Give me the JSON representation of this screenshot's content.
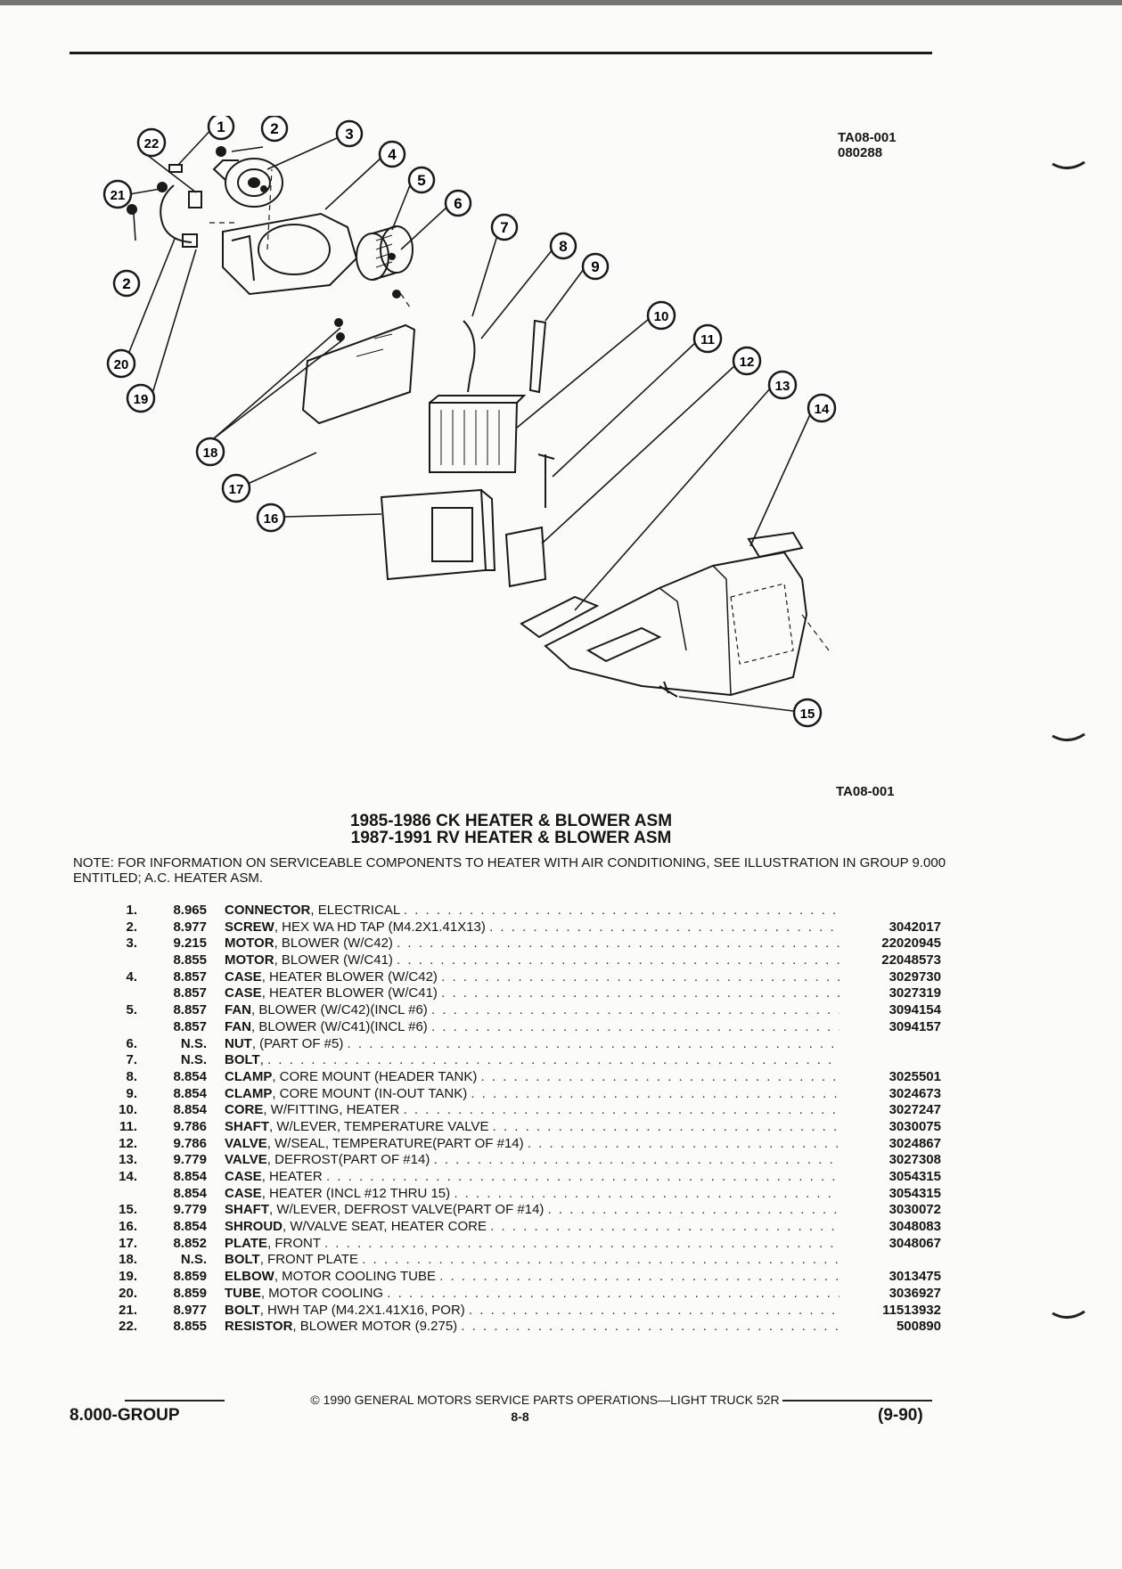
{
  "header": {
    "figure_id": "TA08-001",
    "figure_date": "080288"
  },
  "diagram": {
    "callouts": [
      "1",
      "2",
      "3",
      "4",
      "5",
      "6",
      "7",
      "8",
      "9",
      "10",
      "11",
      "12",
      "13",
      "14",
      "15",
      "16",
      "17",
      "18",
      "19",
      "20",
      "21",
      "22",
      "2"
    ]
  },
  "figure_caption": "TA08-001",
  "title": {
    "line1": "1985-1986 CK HEATER & BLOWER ASM",
    "line2": "1987-1991 RV HEATER & BLOWER ASM"
  },
  "note": "NOTE: FOR INFORMATION ON SERVICEABLE COMPONENTS TO HEATER WITH AIR CONDITIONING, SEE ILLUSTRATION IN GROUP 9.000 ENTITLED; A.C. HEATER ASM.",
  "parts": [
    {
      "num": "1.",
      "group": "8.965",
      "name": "CONNECTOR",
      "desc": ", ELECTRICAL",
      "part": ""
    },
    {
      "num": "2.",
      "group": "8.977",
      "name": "SCREW",
      "desc": ", HEX WA HD TAP (M4.2X1.41X13)",
      "part": "3042017"
    },
    {
      "num": "3.",
      "group": "9.215",
      "name": "MOTOR",
      "desc": ", BLOWER (W/C42)",
      "part": "22020945"
    },
    {
      "num": "",
      "group": "8.855",
      "name": "MOTOR",
      "desc": ", BLOWER (W/C41)",
      "part": "22048573"
    },
    {
      "num": "4.",
      "group": "8.857",
      "name": "CASE",
      "desc": ", HEATER BLOWER (W/C42)",
      "part": "3029730"
    },
    {
      "num": "",
      "group": "8.857",
      "name": "CASE",
      "desc": ", HEATER BLOWER (W/C41)",
      "part": "3027319"
    },
    {
      "num": "5.",
      "group": "8.857",
      "name": "FAN",
      "desc": ", BLOWER (W/C42)(INCL #6)",
      "part": "3094154"
    },
    {
      "num": "",
      "group": "8.857",
      "name": "FAN",
      "desc": ", BLOWER (W/C41)(INCL #6)",
      "part": "3094157"
    },
    {
      "num": "6.",
      "group": "N.S.",
      "name": "NUT",
      "desc": ", (PART OF #5)",
      "part": ""
    },
    {
      "num": "7.",
      "group": "N.S.",
      "name": "BOLT",
      "desc": ",",
      "part": ""
    },
    {
      "num": "8.",
      "group": "8.854",
      "name": "CLAMP",
      "desc": ", CORE MOUNT (HEADER TANK)",
      "part": "3025501"
    },
    {
      "num": "9.",
      "group": "8.854",
      "name": "CLAMP",
      "desc": ", CORE MOUNT (IN-OUT TANK)",
      "part": "3024673"
    },
    {
      "num": "10.",
      "group": "8.854",
      "name": "CORE",
      "desc": ", W/FITTING, HEATER",
      "part": "3027247"
    },
    {
      "num": "11.",
      "group": "9.786",
      "name": "SHAFT",
      "desc": ", W/LEVER, TEMPERATURE VALVE",
      "part": "3030075"
    },
    {
      "num": "12.",
      "group": "9.786",
      "name": "VALVE",
      "desc": ", W/SEAL, TEMPERATURE(PART OF #14)",
      "part": "3024867"
    },
    {
      "num": "13.",
      "group": "9.779",
      "name": "VALVE",
      "desc": ", DEFROST(PART OF #14)",
      "part": "3027308"
    },
    {
      "num": "14.",
      "group": "8.854",
      "name": "CASE",
      "desc": ", HEATER",
      "part": "3054315"
    },
    {
      "num": "",
      "group": "8.854",
      "name": "CASE",
      "desc": ", HEATER (INCL #12 THRU 15)",
      "part": "3054315"
    },
    {
      "num": "15.",
      "group": "9.779",
      "name": "SHAFT",
      "desc": ", W/LEVER, DEFROST VALVE(PART OF #14)",
      "part": "3030072"
    },
    {
      "num": "16.",
      "group": "8.854",
      "name": "SHROUD",
      "desc": ", W/VALVE SEAT, HEATER CORE",
      "part": "3048083"
    },
    {
      "num": "17.",
      "group": "8.852",
      "name": "PLATE",
      "desc": ", FRONT",
      "part": "3048067"
    },
    {
      "num": "18.",
      "group": "N.S.",
      "name": "BOLT",
      "desc": ", FRONT PLATE",
      "part": ""
    },
    {
      "num": "19.",
      "group": "8.859",
      "name": "ELBOW",
      "desc": ", MOTOR COOLING TUBE",
      "part": "3013475"
    },
    {
      "num": "20.",
      "group": "8.859",
      "name": "TUBE",
      "desc": ", MOTOR COOLING",
      "part": "3036927"
    },
    {
      "num": "21.",
      "group": "8.977",
      "name": "BOLT",
      "desc": ", HWH TAP (M4.2X1.41X16, POR)",
      "part": "11513932"
    },
    {
      "num": "22.",
      "group": "8.855",
      "name": "RESISTOR",
      "desc": ", BLOWER MOTOR (9.275)",
      "part": "500890"
    }
  ],
  "footer": {
    "copyright": "© 1990 GENERAL MOTORS SERVICE PARTS OPERATIONS—LIGHT TRUCK 52R",
    "group": "8.000-GROUP",
    "page": "8-8",
    "date": "(9-90)"
  }
}
